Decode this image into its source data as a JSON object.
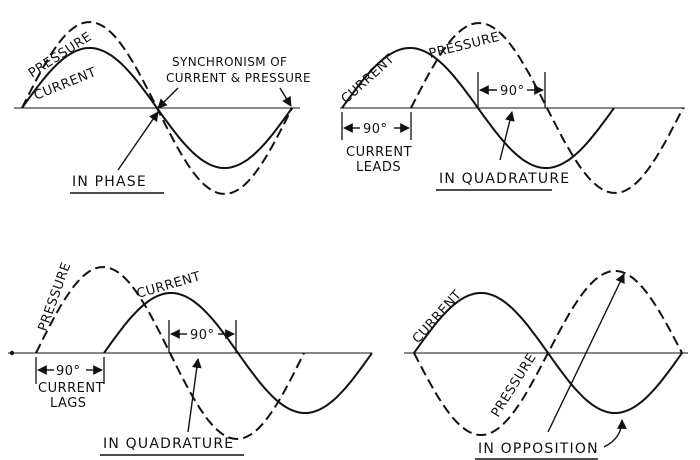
{
  "panels": {
    "in_phase": {
      "pressure": "PRESSURE",
      "current": "CURRENT",
      "sync_line1": "SYNCHRONISM OF",
      "sync_line2": "CURRENT & PRESSURE",
      "title": "IN PHASE"
    },
    "quad_leads": {
      "current": "CURRENT",
      "pressure": "PRESSURE",
      "angle_top": "90°",
      "angle_bottom": "90°",
      "note_line1": "CURRENT",
      "note_line2": "LEADS",
      "title": "IN QUADRATURE"
    },
    "quad_lags": {
      "pressure": "PRESSURE",
      "current": "CURRENT",
      "angle_top": "90°",
      "angle_bottom": "90°",
      "note_line1": "CURRENT",
      "note_line2": "LAGS",
      "title": "IN QUADRATURE"
    },
    "opposition": {
      "current": "CURRENT",
      "pressure": "PRESSURE",
      "title": "IN OPPOSITION"
    }
  }
}
